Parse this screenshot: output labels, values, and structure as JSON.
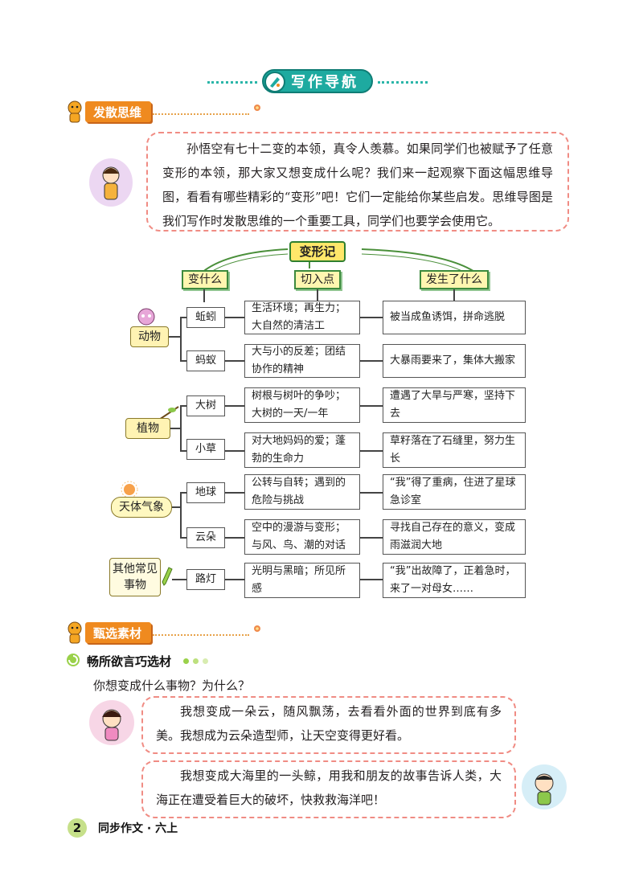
{
  "banner": {
    "title": "写作导航"
  },
  "section1": {
    "title": "发散思维"
  },
  "intro": {
    "text": "孙悟空有七十二变的本领，真令人羡慕。如果同学们也被赋予了任意变形的本领，那大家又想变成什么呢？我们来一起观察下面这幅思维导图，看看有哪些精彩的“变形”吧！它们一定能给你某些启发。思维导图是我们写作时发散思维的一个重要工具，同学们也要学会使用它。"
  },
  "mindmap": {
    "title": "变形记",
    "heads": [
      "变什么",
      "切入点",
      "发生了什么"
    ],
    "categories": [
      {
        "label": "动物",
        "items": [
          {
            "name": "蚯蚓",
            "entry": "生活环境；再生力；大自然的清洁工",
            "event": "被当成鱼诱饵，拼命逃脱"
          },
          {
            "name": "蚂蚁",
            "entry": "大与小的反差；团结协作的精神",
            "event": "大暴雨要来了，集体大搬家"
          }
        ]
      },
      {
        "label": "植物",
        "items": [
          {
            "name": "大树",
            "entry": "树根与树叶的争吵；大树的一天/一年",
            "event": "遭遇了大旱与严寒，坚持下去"
          },
          {
            "name": "小草",
            "entry": "对大地妈妈的爱；蓬勃的生命力",
            "event": "草籽落在了石缝里，努力生长"
          }
        ]
      },
      {
        "label": "天体气象",
        "items": [
          {
            "name": "地球",
            "entry": "公转与自转；遇到的危险与挑战",
            "event": "“我”得了重病，住进了星球急诊室"
          },
          {
            "name": "云朵",
            "entry": "空中的漫游与变形；与风、鸟、潮的对话",
            "event": "寻找自己存在的意义，变成雨滋润大地"
          }
        ]
      },
      {
        "label": "其他常见事物",
        "items": [
          {
            "name": "路灯",
            "entry": "光明与黑暗；所见所感",
            "event": "“我”出故障了，正着急时，来了一对母女……"
          }
        ]
      }
    ]
  },
  "section2": {
    "title": "甄选素材"
  },
  "subsection": {
    "title": "畅所欲言巧选材"
  },
  "question": "你想变成什么事物？为什么？",
  "answers": [
    "我想变成一朵云，随风飘荡，去看看外面的世界到底有多美。我想成为云朵造型师，让天空变得更好看。",
    "我想变成大海里的一头鲸，用我和朋友的故事告诉人类，大海正在遭受着巨大的破坏，快救救海洋吧！"
  ],
  "footer": {
    "page": "2",
    "book": "同步作文 · 六上"
  },
  "colors": {
    "teal": "#1eaaa0",
    "orange": "#ef8a1f",
    "pink_dash": "#f08c84",
    "yellow": "#ffe76a"
  }
}
